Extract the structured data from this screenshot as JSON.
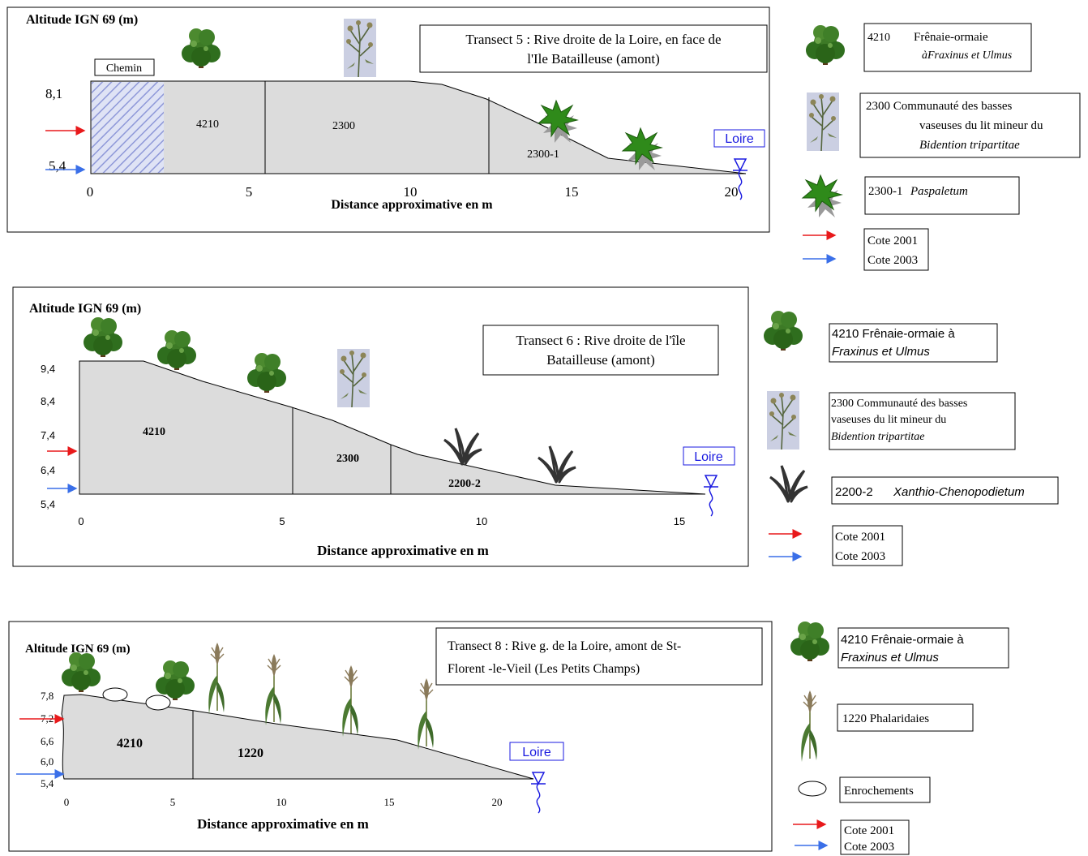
{
  "transect5": {
    "ylabel": "Altitude IGN 69 (m)",
    "xlabel": "Distance approximative en m",
    "title_line1": "Transect 5 : Rive droite de la Loire, en face de",
    "title_line2": "l'Ile Batailleuse (amont)",
    "y_ticks": [
      "8,1",
      "5,4"
    ],
    "x_ticks": [
      "0",
      "5",
      "10",
      "15",
      "20"
    ],
    "chemin_label": "Chemin",
    "zones": [
      "4210",
      "2300",
      "2300-1"
    ],
    "loire_label": "Loire",
    "legend": {
      "code_4210": "4210",
      "name_4210_line1": "Frênaie-ormaie",
      "name_4210_line2": "àFraxinus et Ulmus",
      "line_2300_1": "2300   Communauté des basses",
      "line_2300_2": "vaseuses du lit mineur  du",
      "line_2300_3": "Bidention tripartitae",
      "code_2300_1": "2300-1",
      "name_2300_1": "Paspaletum",
      "cote_2001": "Cote 2001",
      "cote_2003": "Cote 2003"
    }
  },
  "transect6": {
    "ylabel": "Altitude IGN 69 (m)",
    "xlabel": "Distance approximative en m",
    "title_line1": "Transect 6 : Rive droite de l'île",
    "title_line2": "Batailleuse (amont)",
    "y_ticks": [
      "9,4",
      "8,4",
      "7,4",
      "6,4",
      "5,4"
    ],
    "x_ticks": [
      "0",
      "5",
      "10",
      "15"
    ],
    "zones": [
      "4210",
      "2300",
      "2200-2"
    ],
    "loire_label": "Loire",
    "legend": {
      "line_4210_1": "4210     Frênaie-ormaie à",
      "line_4210_2": "Fraxinus et Ulmus",
      "line_2300_1": "2300 Communauté des basses",
      "line_2300_2": "vaseuses du lit mineur  du",
      "line_2300_3": "Bidention tripartitae",
      "code_2200_2": "2200-2",
      "name_2200_2": "Xanthio-Chenopodietum",
      "cote_2001": "Cote 2001",
      "cote_2003": "Cote 2003"
    }
  },
  "transect8": {
    "ylabel": "Altitude IGN 69 (m)",
    "xlabel": "Distance approximative en m",
    "title_line1": "Transect 8 : Rive g. de la Loire, amont de St-",
    "title_line2": "Florent -le-Vieil (Les Petits Champs)",
    "y_ticks": [
      "7,8",
      "7,2",
      "6,6",
      "6,0",
      "5,4"
    ],
    "x_ticks": [
      "0",
      "5",
      "10",
      "15",
      "20"
    ],
    "zones": [
      "4210",
      "1220"
    ],
    "loire_label": "Loire",
    "legend": {
      "line_4210_1": "4210     Frênaie-ormaie à",
      "line_4210_2": "Fraxinus et Ulmus",
      "line_1220": "1220   Phalaridaies",
      "enrochements": "Enrochements",
      "cote_2001": "Cote 2001",
      "cote_2003": "Cote 2003"
    }
  },
  "colors": {
    "ground": "#dcdcdc",
    "red_arrow": "#e8191b",
    "blue_arrow": "#3a6fe8",
    "loire_blue": "#1a1ae0",
    "tree_green": "#2f6e1e",
    "paspalum_green": "#2f8a1a"
  }
}
